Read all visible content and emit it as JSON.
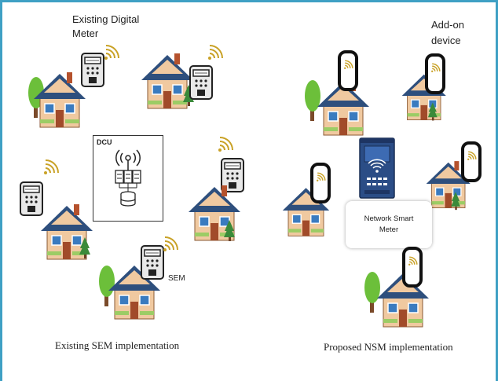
{
  "labels": {
    "existing_meter": [
      "Existing Digital",
      "Meter"
    ],
    "addon_device": [
      "Add-on",
      "device"
    ],
    "dcu": "DCU",
    "sem": "SEM",
    "nsm": [
      "Network Smart",
      "Meter"
    ],
    "caption_left": "Existing SEM implementation",
    "caption_right": "Proposed NSM implementation"
  },
  "colors": {
    "frame": "#3fa0c4",
    "roof": "#2e4f7d",
    "wall": "#f0c9a0",
    "tree": "#6cbf3a",
    "device_frame": "#111111",
    "nsm_panel": "#2b4d86",
    "wifi": "#c9a227"
  },
  "icons": [
    "house-icon",
    "digital-meter-icon",
    "wifi-icon",
    "addon-device-icon",
    "dcu-server-icon",
    "network-smart-meter-icon",
    "tree-icon"
  ]
}
